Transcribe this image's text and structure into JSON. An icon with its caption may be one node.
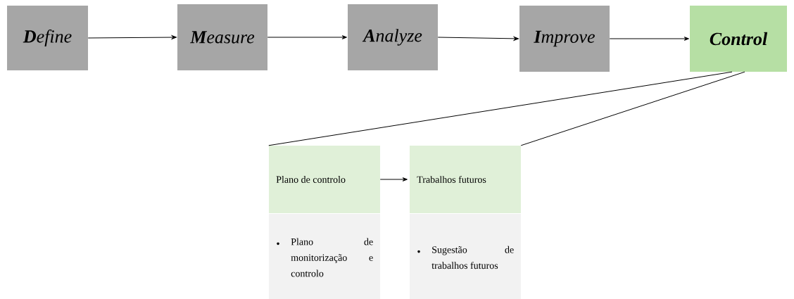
{
  "diagram": {
    "nodes": [
      {
        "text": [
          "**D**efine"
        ]
      },
      {
        "text": [
          "**M**easure"
        ]
      },
      {
        "text": [
          "**A**nalyze"
        ]
      },
      {
        "text": [
          "**I**mprove"
        ]
      },
      {
        "text": [
          "Control"
        ]
      },
      {
        "text": [
          "Plano de controlo"
        ]
      },
      {
        "text": [
          "Trabalhos futuros"
        ]
      },
      {
        "text": [
          "Plano de monitorização e controlo"
        ]
      },
      {
        "text": [
          "Sugestão de trabalhos futuros"
        ]
      }
    ],
    "edges": [
      {
        "from": 0,
        "to": 1,
        "arrow": "to"
      },
      {
        "from": 1,
        "to": 2,
        "arrow": "to"
      },
      {
        "from": 2,
        "to": 3,
        "arrow": "to"
      },
      {
        "from": 3,
        "to": 4,
        "arrow": "to"
      },
      {
        "from": 4,
        "to": 5,
        "arrow": "none"
      },
      {
        "from": 4,
        "to": 6,
        "arrow": "none"
      },
      {
        "from": 5,
        "to": 6,
        "arrow": "to"
      }
    ]
  }
}
